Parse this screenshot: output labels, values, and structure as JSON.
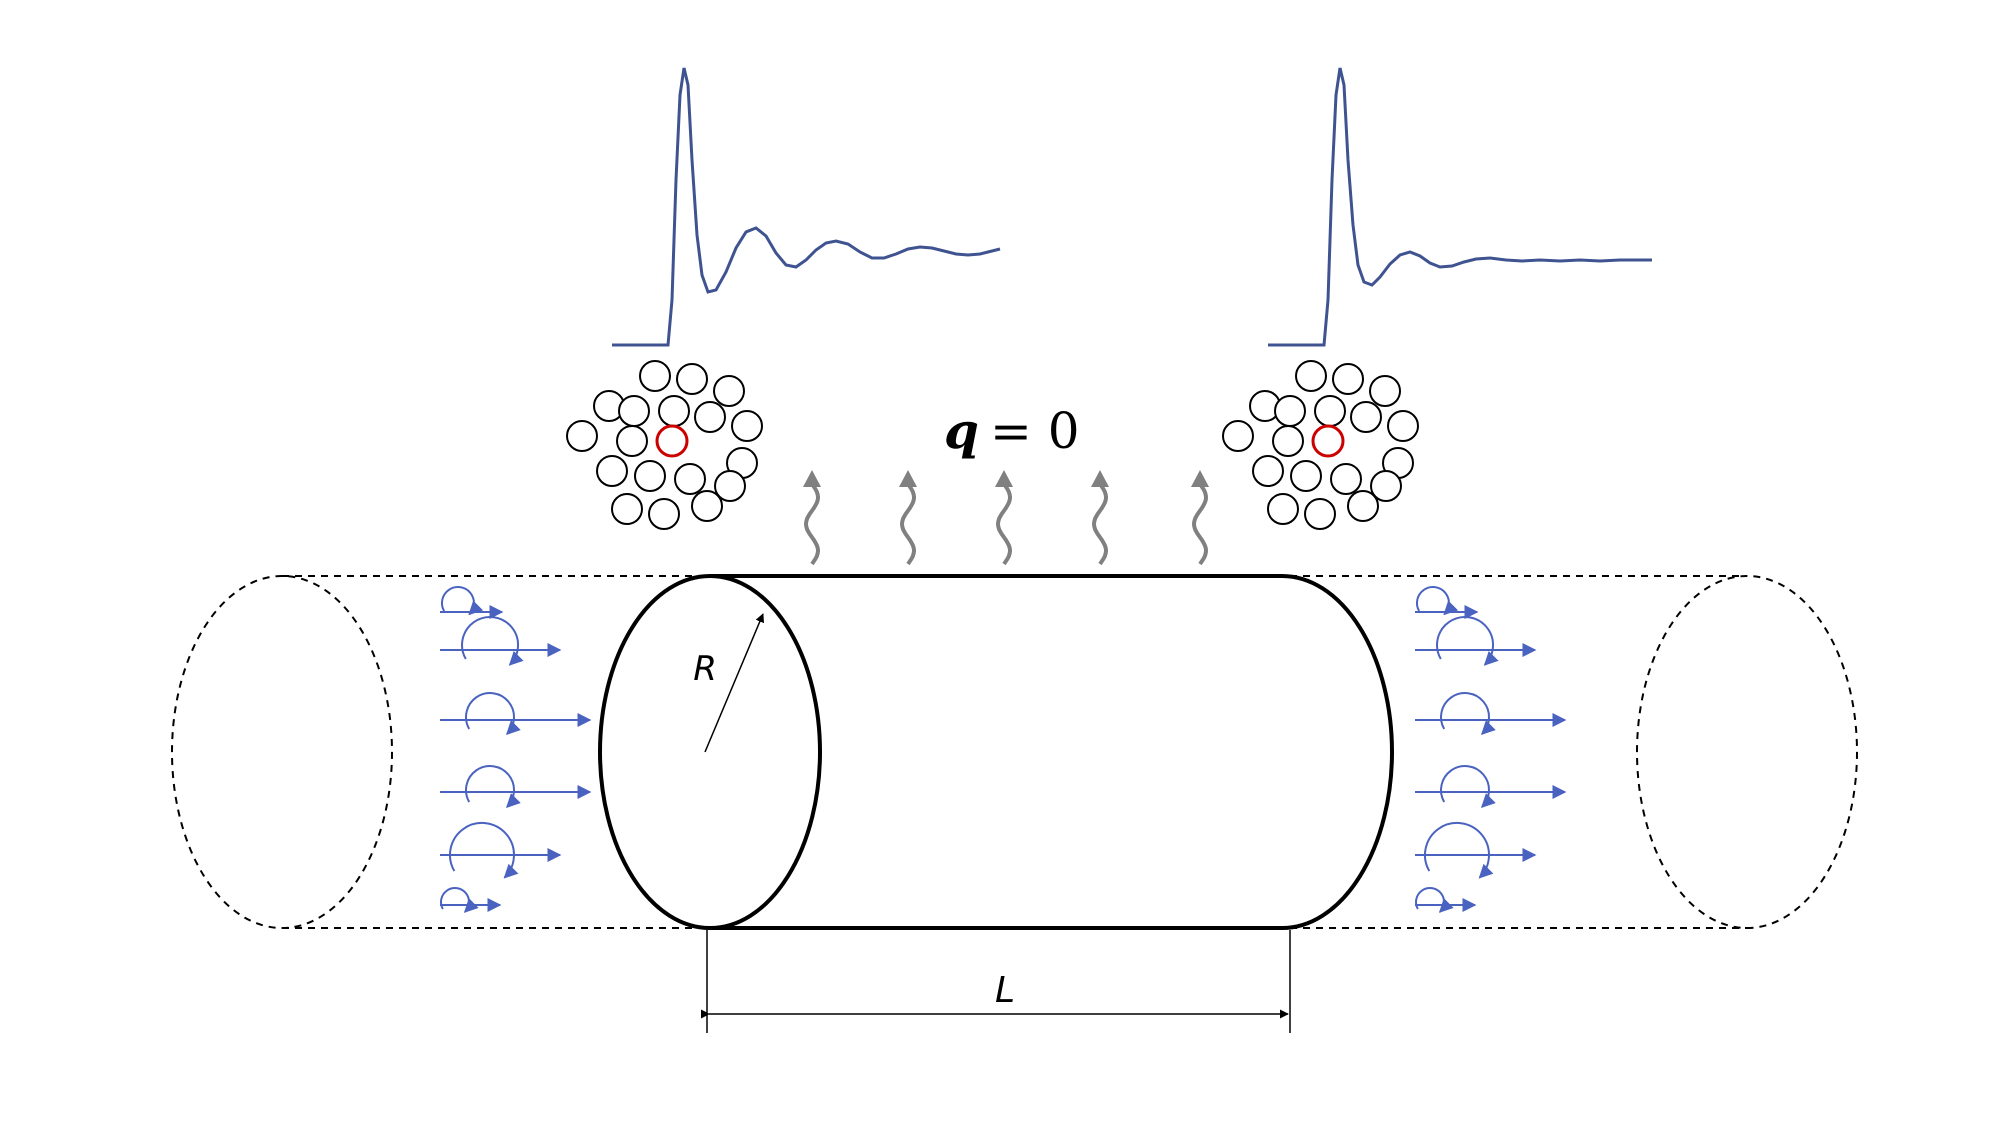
{
  "labels": {
    "radius": "R",
    "length": "L",
    "heat_flux_symbol": "q",
    "heat_flux_eq": "= 0"
  },
  "colors": {
    "curve": "#3f5390",
    "flow": "#4a63c0",
    "central_particle": "#cc0000",
    "heat_arrow": "#808080",
    "outline": "#000000"
  },
  "icons": {
    "radius_arrow": "arrow-icon",
    "heat_flux_arrows": "wavy-arrow-icon",
    "flow_arrows": "arrow-right-icon",
    "eddies": "circular-arrow-icon"
  }
}
